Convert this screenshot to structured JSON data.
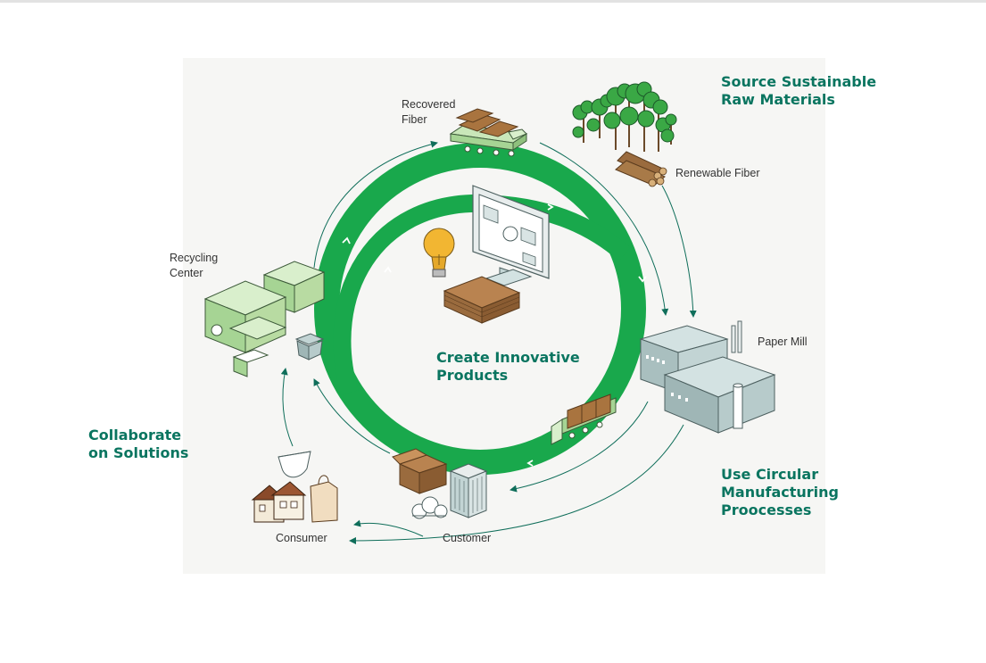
{
  "headings": {
    "source": [
      "Source Sustainable",
      "Raw Materials"
    ],
    "innovate": [
      "Create Innovative",
      "Products"
    ],
    "collaborate": [
      "Collaborate",
      "on Solutions"
    ],
    "circular": [
      "Use Circular",
      "Manufacturing",
      "Proocesses"
    ]
  },
  "nodes": {
    "recovered_fiber": [
      "Recovered",
      "Fiber"
    ],
    "renewable_fiber": "Renewable Fiber",
    "paper_mill": "Paper Mill",
    "recycling_center": [
      "Recycling",
      "Center"
    ],
    "customer": "Customer",
    "consumer": "Consumer"
  },
  "colors": {
    "ring": "#19a84c",
    "heading": "#0a7560",
    "arrow": "#0f6e5a",
    "building_green": "#b8dba2",
    "building_grey": "#b7cbcb",
    "cardboard": "#a9743f"
  },
  "icons": [
    "trees-icon",
    "log-pile-icon",
    "recovered-fiber-truck-icon",
    "paper-mill-icon",
    "recycling-center-icon",
    "recycling-bin-icon",
    "computer-monitor-icon",
    "lightbulb-icon",
    "cardboard-stack-icon",
    "cardboard-box-icon",
    "office-building-icon",
    "house-icon",
    "diaper-icon",
    "shopping-bag-icon",
    "cardboard-truck-icon",
    "cloud-icon"
  ]
}
